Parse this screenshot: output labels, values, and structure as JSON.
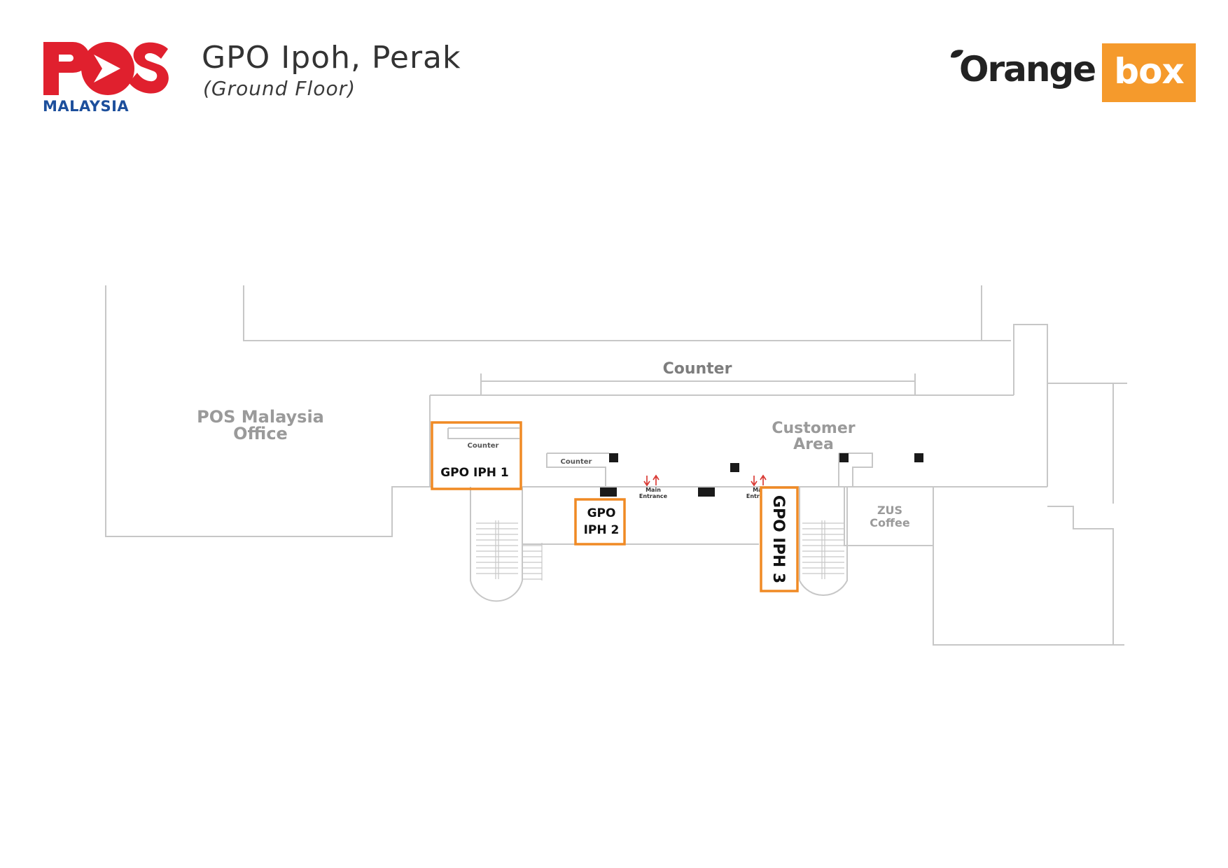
{
  "header": {
    "pos_logo_text": "POS",
    "pos_logo_sub": "MALAYSIA",
    "title": "GPO Ipoh, Perak",
    "subtitle": "(Ground Floor)",
    "orangebox_word1": "Orange",
    "orangebox_word2": "box"
  },
  "floorplan": {
    "rooms": {
      "pos_office": [
        "POS Malaysia",
        "Office"
      ],
      "counter_top": "Counter",
      "customer_area": [
        "Customer",
        "Area"
      ],
      "zus_coffee": [
        "ZUS",
        "Coffee"
      ],
      "counter_small_1": "Counter",
      "counter_small_2": "Counter"
    },
    "entrances": [
      [
        "Main",
        "Entrance"
      ],
      [
        "Main",
        "Entrance"
      ]
    ],
    "locations": {
      "iph1": "GPO IPH 1",
      "iph2": [
        "GPO",
        "IPH 2"
      ],
      "iph3": "GPO IPH 3"
    }
  },
  "colors": {
    "pos_red": "#e0202e",
    "pos_blue": "#1d4f9c",
    "orange": "#f08a24",
    "wall": "#c7c7c7",
    "room_label": "#9a9a9a",
    "arrow": "#d8322c"
  }
}
